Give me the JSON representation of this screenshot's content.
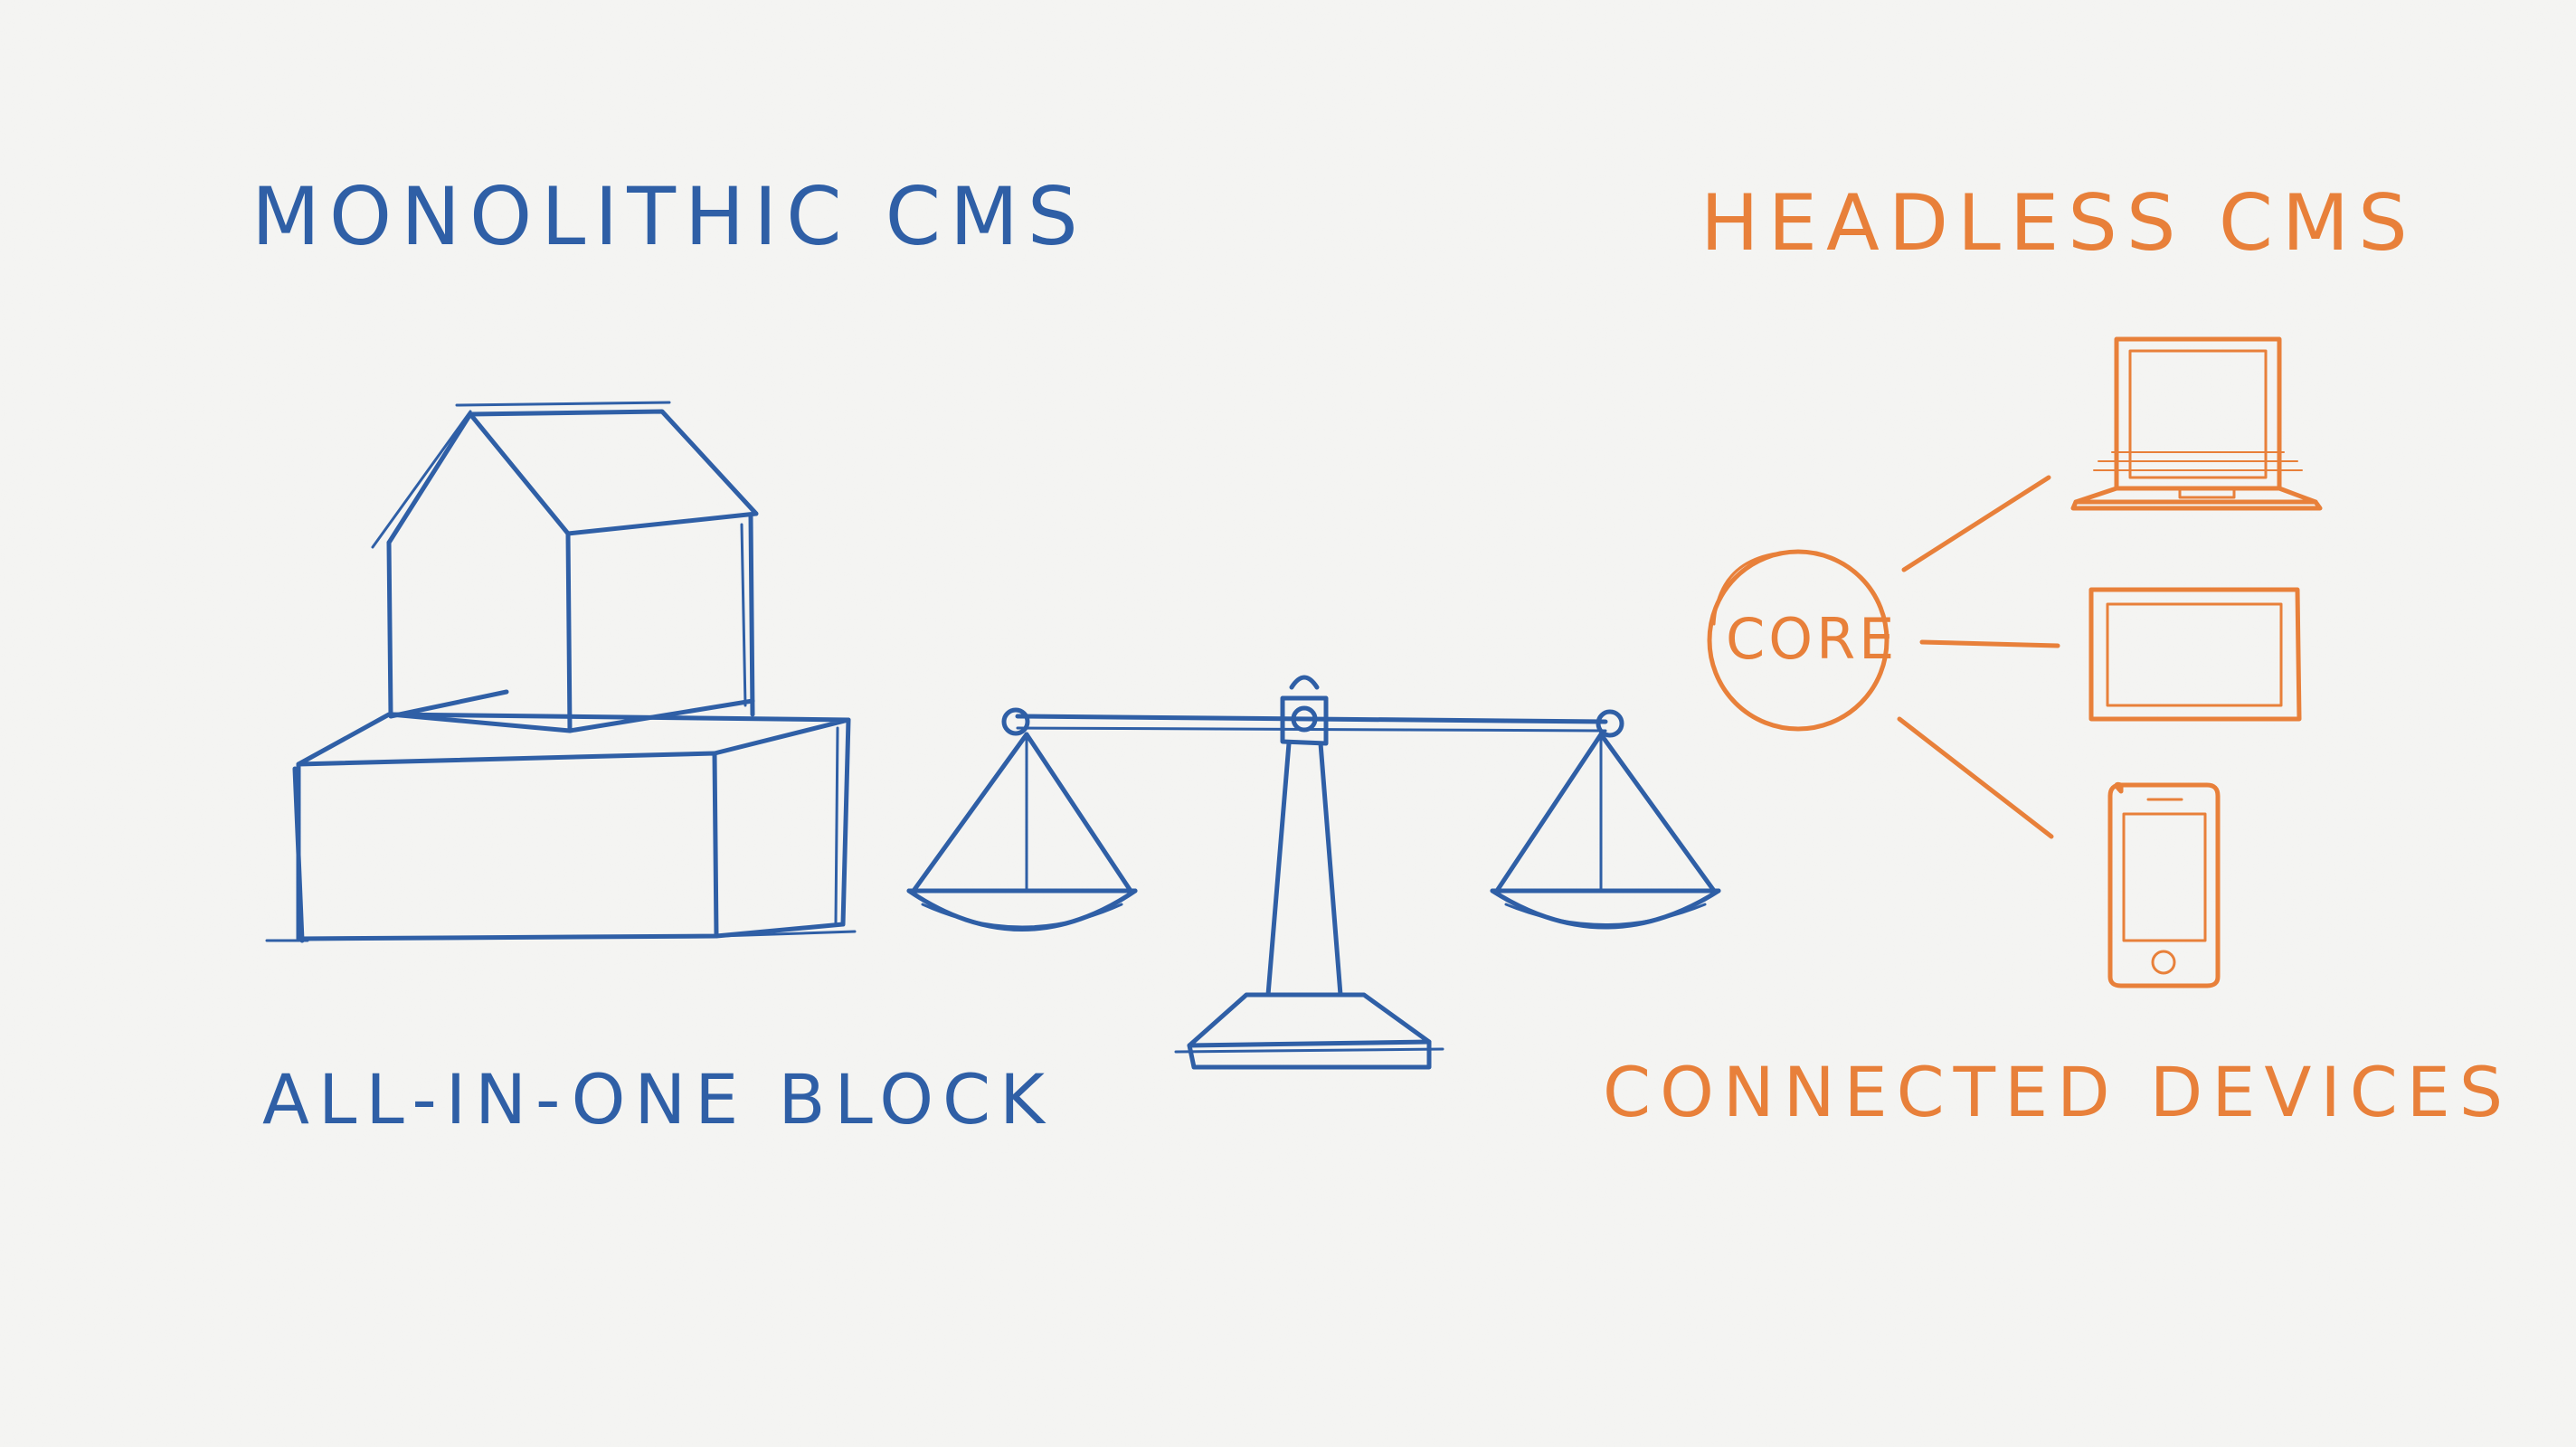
{
  "diagram": {
    "left": {
      "title": "MONOLITHIC CMS",
      "caption": "ALL-IN-ONE BLOCK",
      "color": "#2f5fa6"
    },
    "right": {
      "title": "HEADLESS CMS",
      "caption": "CONNECTED DEVICES",
      "hub_label": "CORE",
      "color": "#e8803a"
    },
    "center": {
      "icon": "balance-scale-icon"
    },
    "devices": [
      "laptop-icon",
      "tablet-icon",
      "smartphone-icon"
    ]
  }
}
